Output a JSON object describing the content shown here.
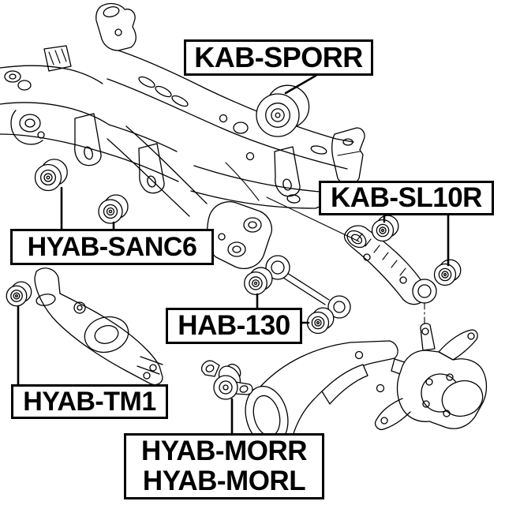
{
  "page": {
    "background_color": "#ffffff",
    "line_color": "#000000",
    "text_color": "#000000"
  },
  "diagram": {
    "labels": {
      "kab_sporr": "KAB-SPORR",
      "kab_sl10r": "KAB-SL10R",
      "hyab_sanc6": "HYAB-SANC6",
      "hab_130": "HAB-130",
      "hyab_tm1": "HYAB-TM1",
      "hyab_morr": "HYAB-MORR",
      "hyab_morl": "HYAB-MORL"
    },
    "figures": [
      "rear-subframe-crossmember-drawing",
      "crossmember-bushing-drawing",
      "camber-arm-drawing",
      "lateral-control-rod-drawing",
      "lower-control-arm-drawing",
      "trailing-arm-drawing",
      "steering-knuckle-hub-drawing",
      "bushing-with-bracket-drawing"
    ]
  }
}
